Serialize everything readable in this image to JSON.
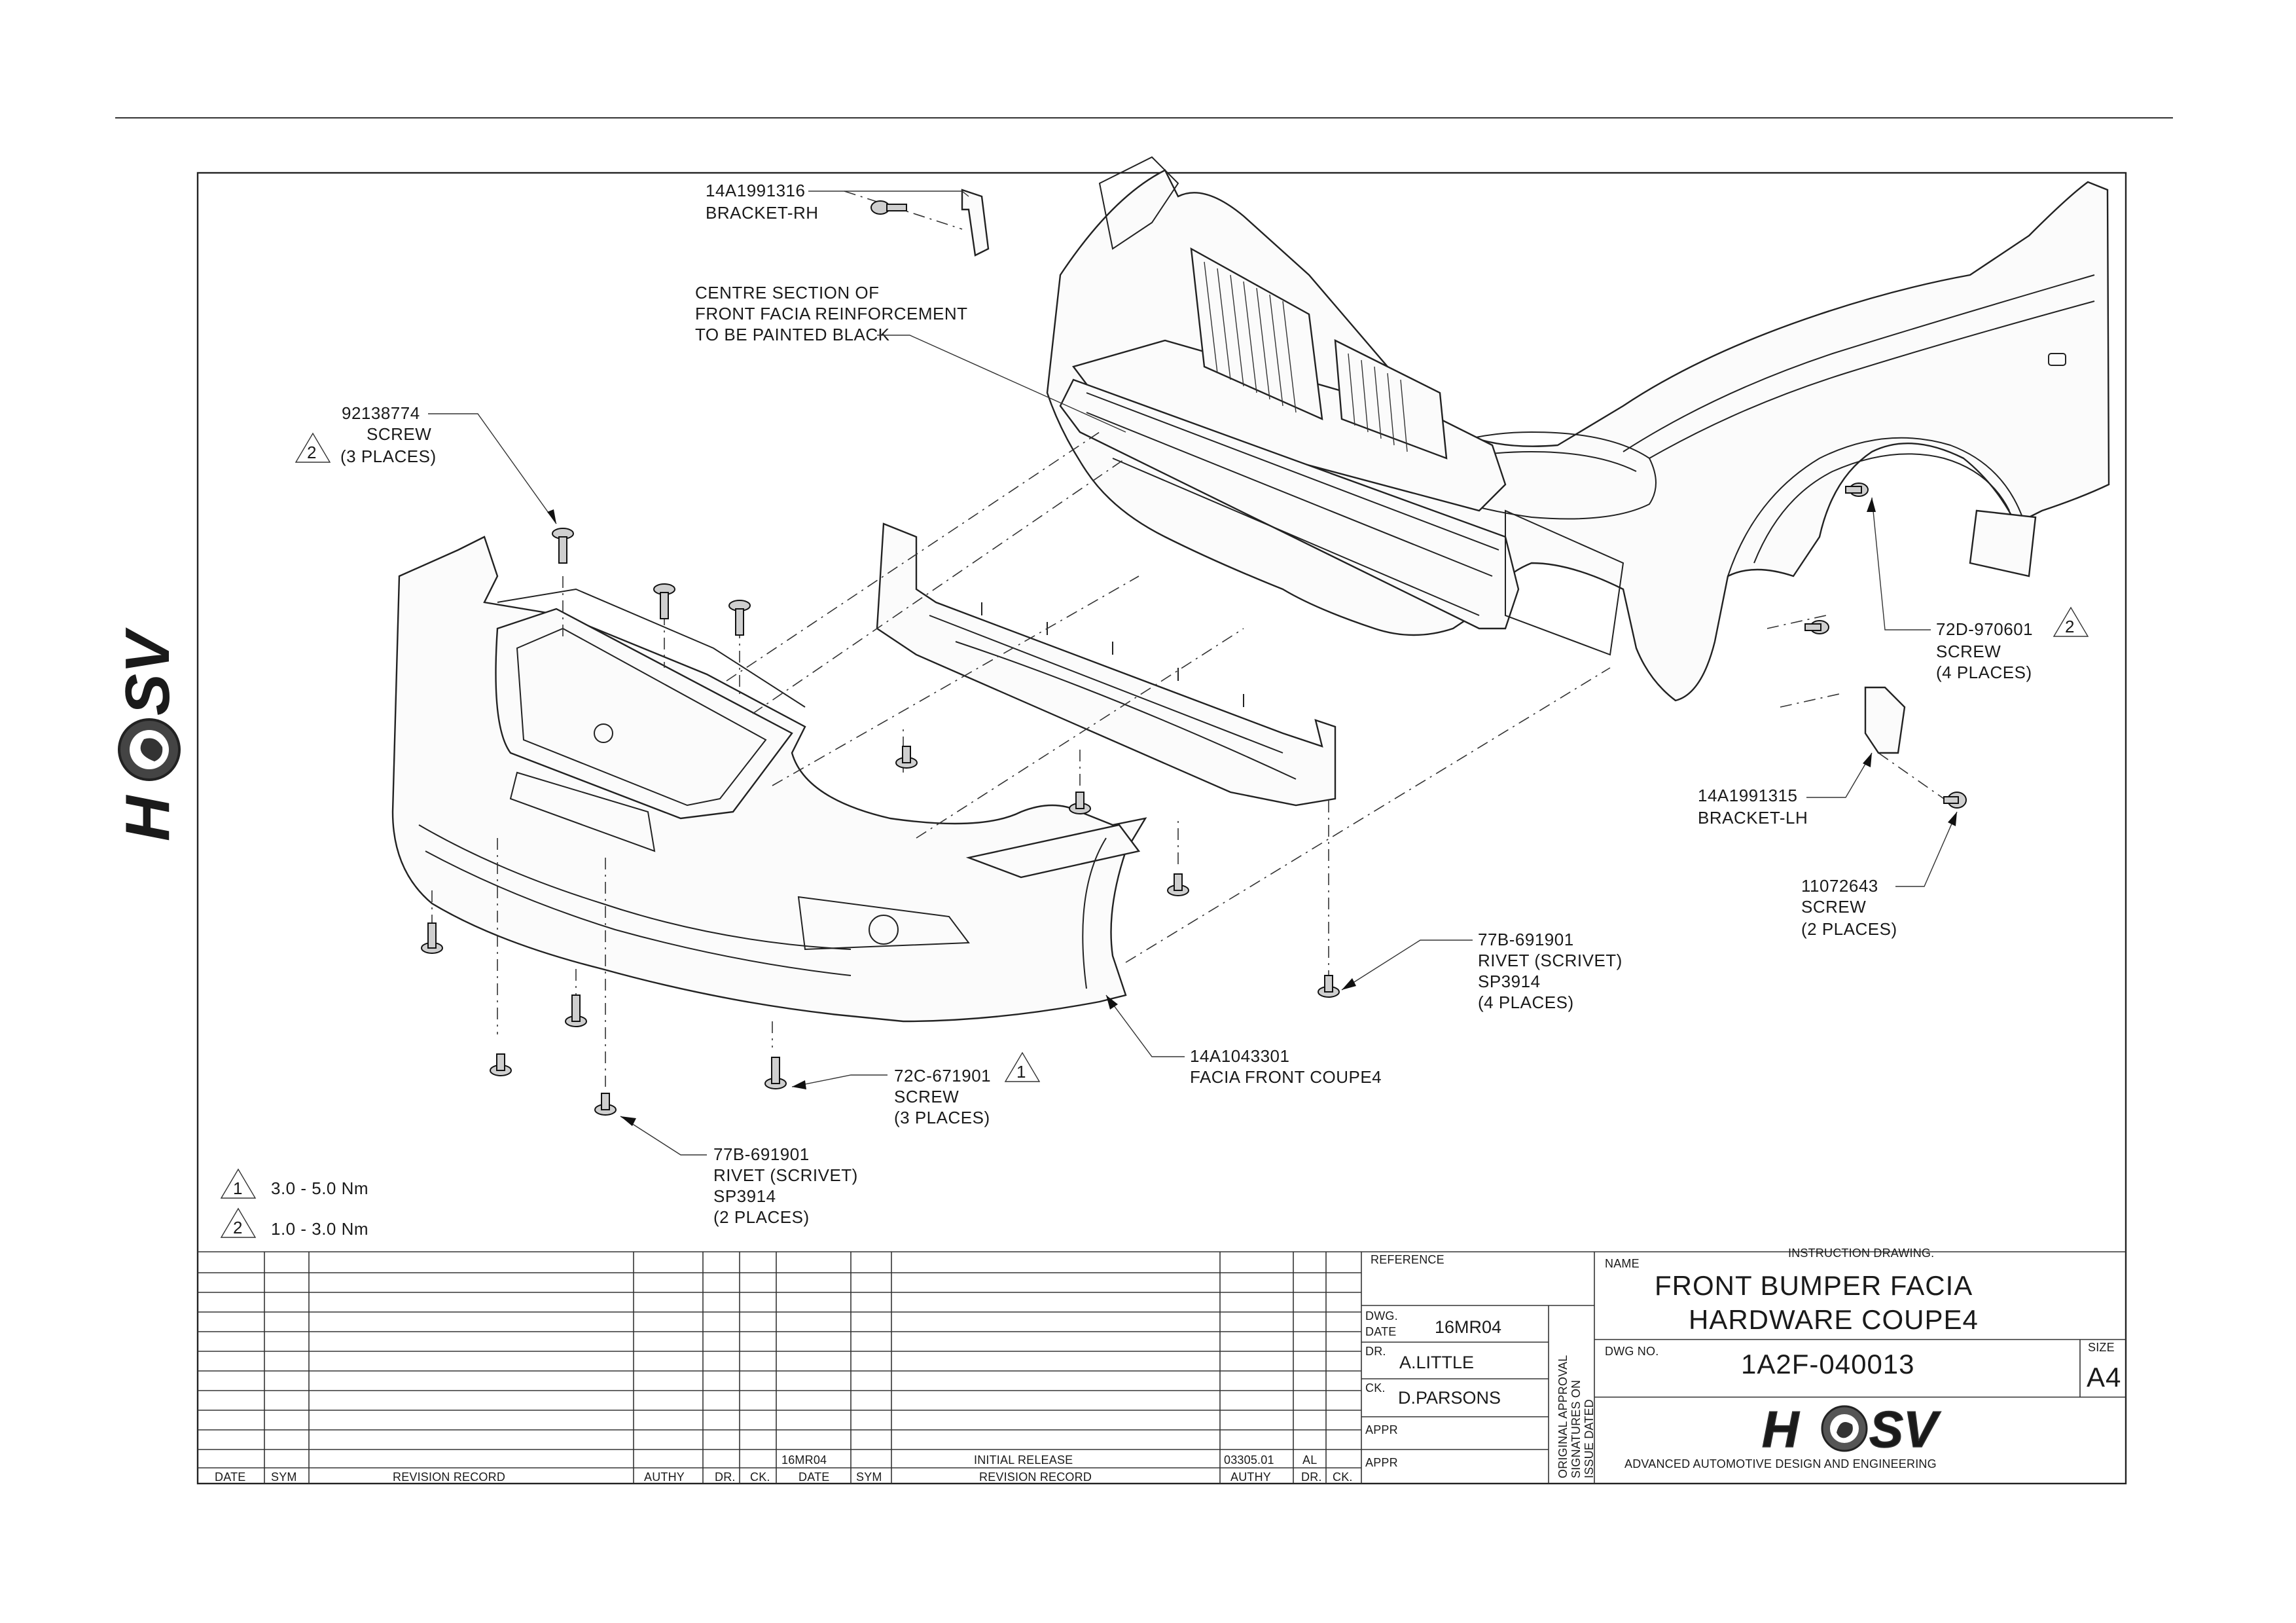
{
  "callouts": {
    "bracket_rh": {
      "part_no": "14A1991316",
      "desc": "BRACKET-RH"
    },
    "centre_section": {
      "line1": "CENTRE SECTION OF",
      "line2": "FRONT FACIA REINFORCEMENT",
      "line3": "TO BE PAINTED BLACK"
    },
    "screw_92138774": {
      "part_no": "92138774",
      "desc": "SCREW",
      "qty": "(3 PLACES)",
      "note": "2"
    },
    "screw_72d": {
      "part_no": "72D-970601",
      "desc": "SCREW",
      "qty": "(4 PLACES)",
      "note": "2"
    },
    "bracket_lh": {
      "part_no": "14A1991315",
      "desc": "BRACKET-LH"
    },
    "screw_11072643": {
      "part_no": "11072643",
      "desc": "SCREW",
      "qty": "(2 PLACES)"
    },
    "rivet_right": {
      "part_no": "77B-691901",
      "desc": "RIVET (SCRIVET)",
      "spec": "SP3914",
      "qty": "(4 PLACES)"
    },
    "facia": {
      "part_no": "14A1043301",
      "desc": "FACIA FRONT COUPE4"
    },
    "screw_72c": {
      "part_no": "72C-671901",
      "desc": "SCREW",
      "qty": "(3 PLACES)",
      "note": "1"
    },
    "rivet_left": {
      "part_no": "77B-691901",
      "desc": "RIVET (SCRIVET)",
      "spec": "SP3914",
      "qty": "(2 PLACES)"
    }
  },
  "torque_notes": [
    {
      "symbol": "1",
      "text": "3.0 - 5.0 Nm"
    },
    {
      "symbol": "2",
      "text": "1.0 - 3.0 Nm"
    }
  ],
  "revision_table": {
    "headers_left": [
      "DATE",
      "SYM",
      "REVISION RECORD",
      "AUTHY",
      "DR.",
      "CK."
    ],
    "headers_right": [
      "DATE",
      "SYM",
      "REVISION RECORD",
      "AUTHY",
      "DR.",
      "CK."
    ],
    "entry": {
      "date": "16MR04",
      "sym": "",
      "record": "INITIAL RELEASE",
      "authy": "03305.01",
      "dr": "AL",
      "ck": ""
    }
  },
  "title_block": {
    "reference_label": "REFERENCE",
    "dwg_date_label_1": "DWG.",
    "dwg_date_label_2": "DATE",
    "dwg_date": "16MR04",
    "dr_label": "DR.",
    "dr_name": "A.LITTLE",
    "ck_label": "CK.",
    "ck_name": "D.PARSONS",
    "appr_label_1": "APPR",
    "appr_label_2": "APPR",
    "approval_note_1": "ORIGINAL APPROVAL",
    "approval_note_2": "SIGNATURES ON",
    "approval_note_3": "ISSUE DATED",
    "name_label": "NAME",
    "drawing_type": "INSTRUCTION DRAWING.",
    "title_line1": "FRONT BUMPER FACIA",
    "title_line2": "HARDWARE COUPE4",
    "dwg_no_label": "DWG NO.",
    "dwg_no": "1A2F-040013",
    "size_label": "SIZE",
    "size": "A4",
    "company_tagline": "ADVANCED AUTOMOTIVE DESIGN AND ENGINEERING"
  },
  "logo_text": "HSV"
}
